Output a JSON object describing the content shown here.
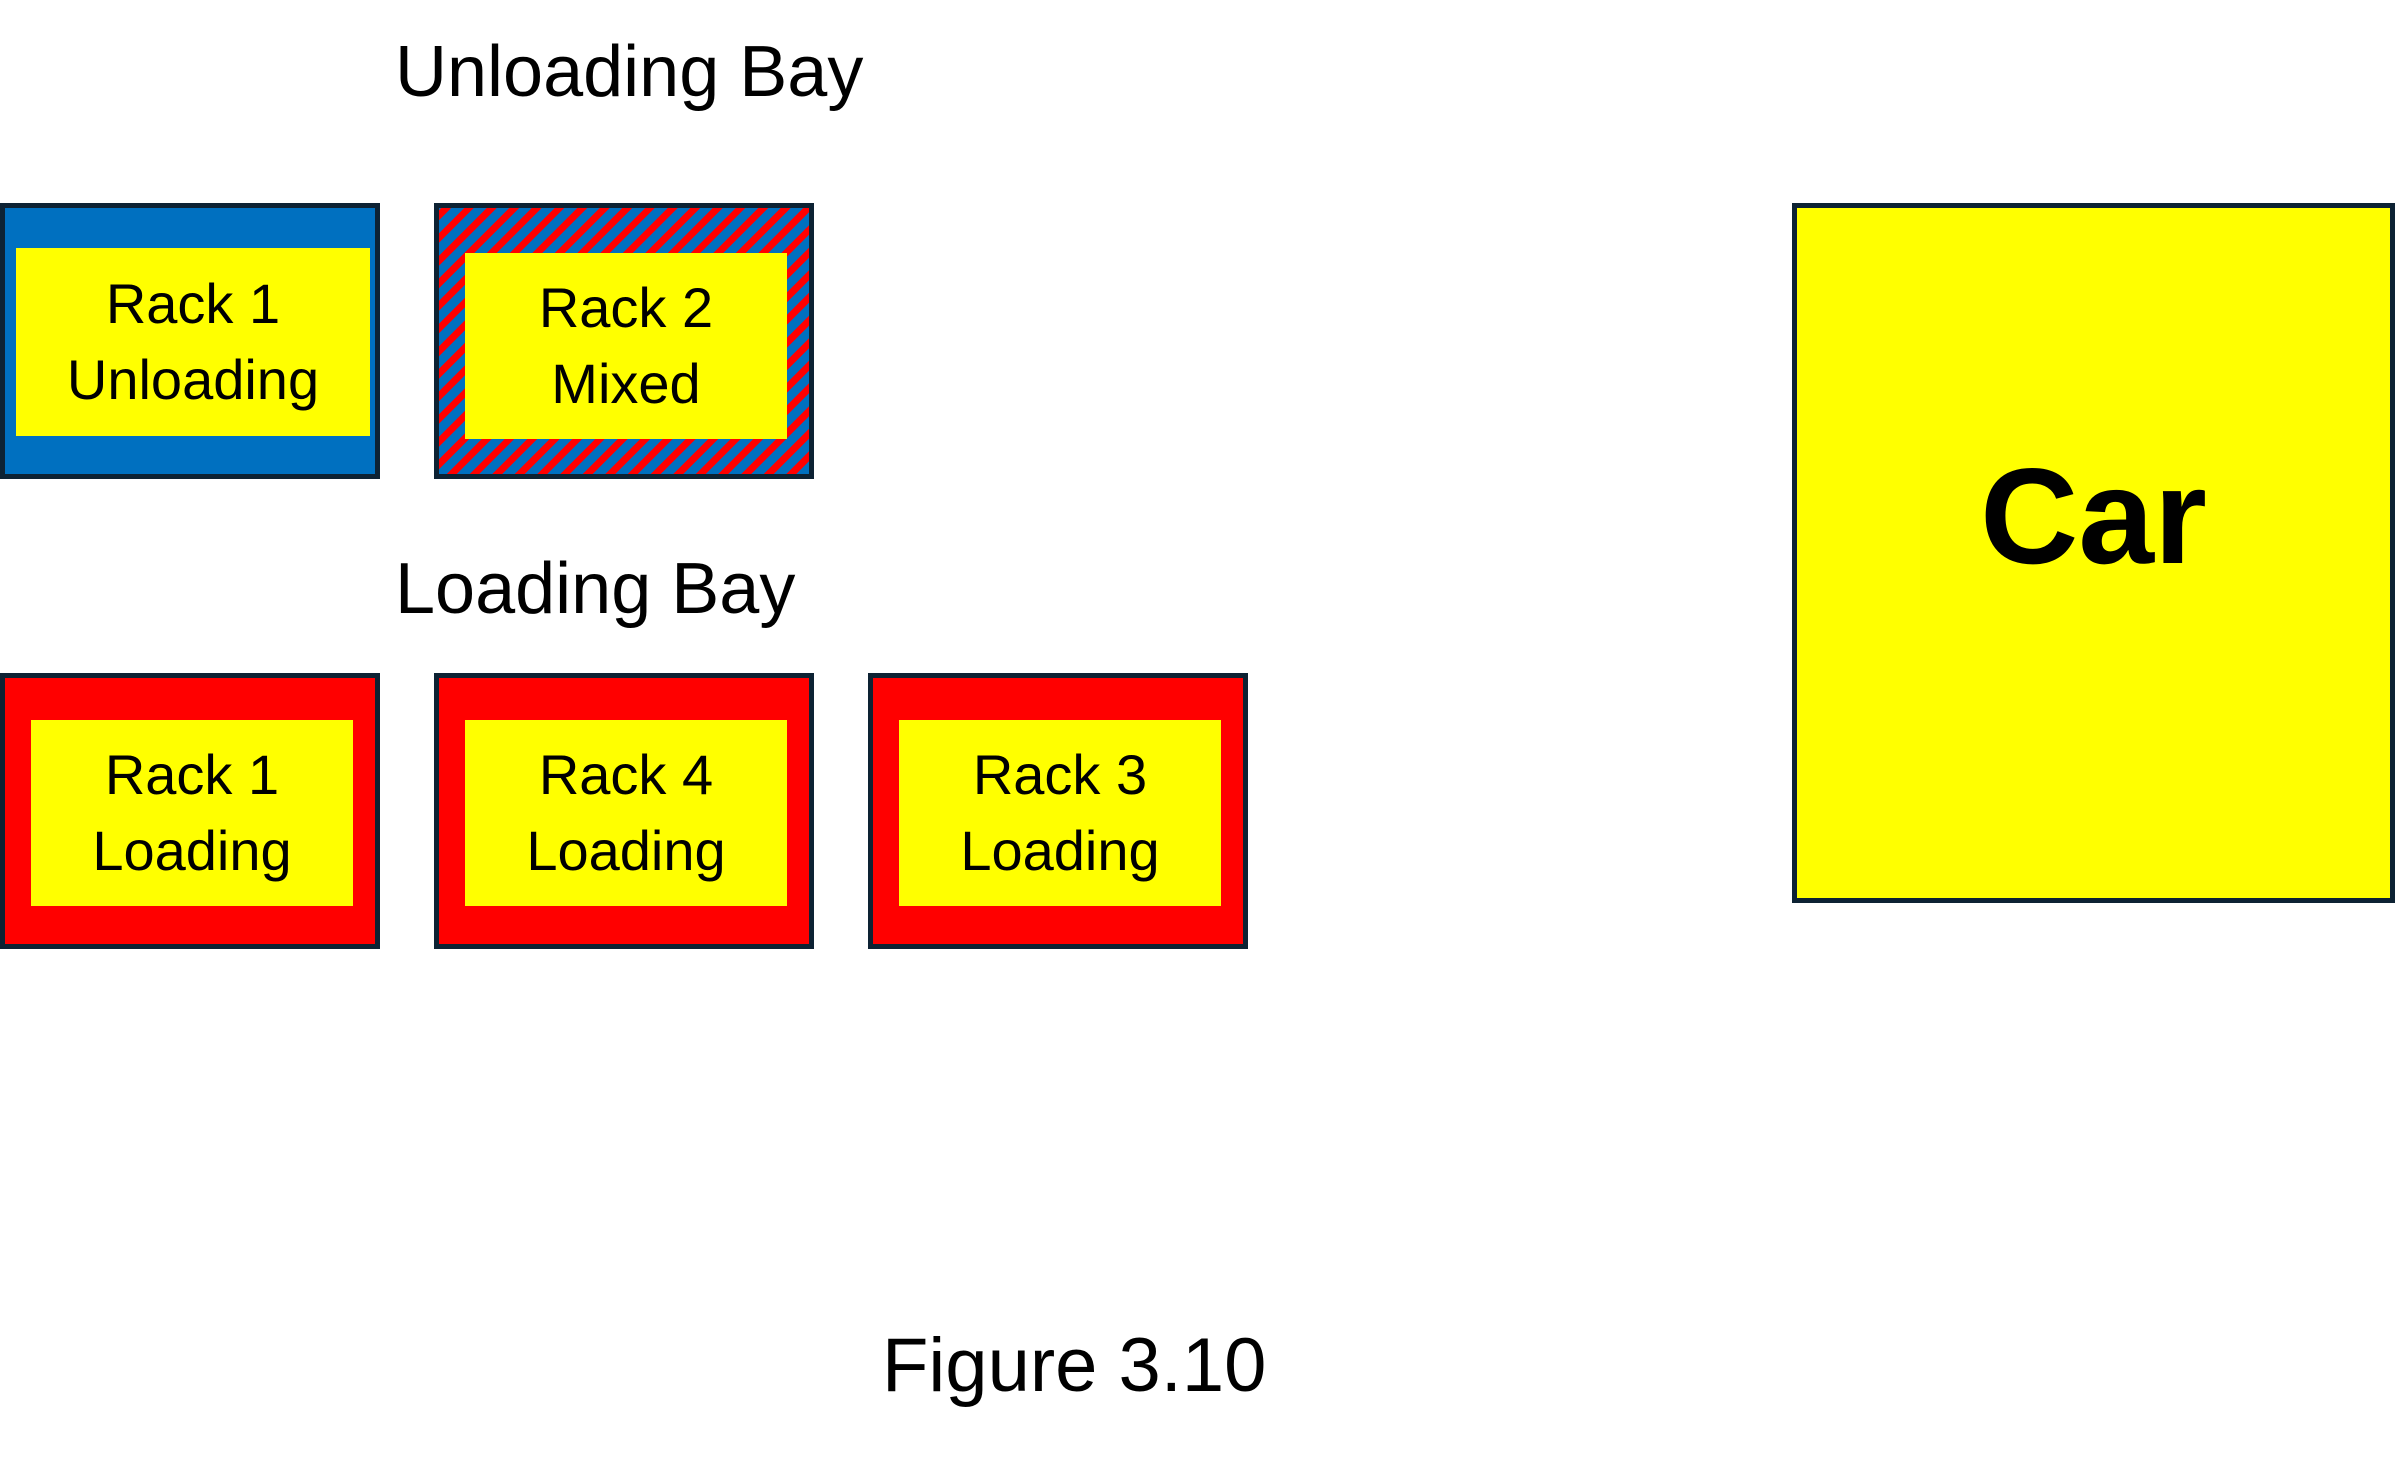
{
  "headings": {
    "unloading_bay": "Unloading Bay",
    "loading_bay": "Loading Bay"
  },
  "unloading_racks": [
    {
      "line1": "Rack 1",
      "line2": "Unloading",
      "border_color": "#0070c0"
    },
    {
      "line1": "Rack 2",
      "line2": "Mixed",
      "border_color": "#0070c0/#ff0000 striped"
    }
  ],
  "loading_racks": [
    {
      "line1": "Rack 1",
      "line2": "Loading",
      "border_color": "#ff0000"
    },
    {
      "line1": "Rack 4",
      "line2": "Loading",
      "border_color": "#ff0000"
    },
    {
      "line1": "Rack 3",
      "line2": "Loading",
      "border_color": "#ff0000"
    }
  ],
  "car": {
    "label": "Car",
    "fill_color": "#ffff00"
  },
  "caption": "Figure 3.10",
  "colors": {
    "unloading": "#0070c0",
    "loading": "#ff0000",
    "panel": "#ffff00",
    "outline": "#0d2233"
  }
}
